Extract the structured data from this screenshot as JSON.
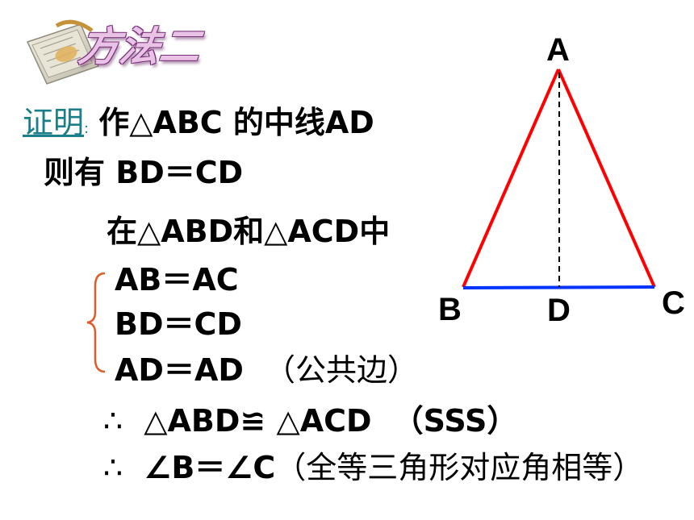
{
  "title": "方法二",
  "proof": {
    "label": "证明",
    "colon": ":",
    "line1": "作△ABC 的中线AD",
    "line2": "则有 BD＝CD",
    "line3": "在△ABD和△ACD中",
    "cond1": "AB＝AC",
    "cond2": "BD＝CD",
    "cond3": "AD＝AD",
    "cond3_note": "（公共边）",
    "conc1_sym": "∴",
    "conc1": "△ABD≌ △ACD",
    "conc1_note": "（SSS）",
    "conc2_sym": "∴",
    "conc2": "∠B＝∠C",
    "conc2_note": "（全等三角形对应角相等）"
  },
  "figure": {
    "vertex_a": "A",
    "vertex_b": "B",
    "vertex_c": "C",
    "vertex_d": "D",
    "side_color": "#ff0000",
    "base_color": "#0033ff",
    "median_color": "#000000"
  },
  "colors": {
    "brace": "#e05a2a",
    "proof_label": "#1a7f8a"
  }
}
